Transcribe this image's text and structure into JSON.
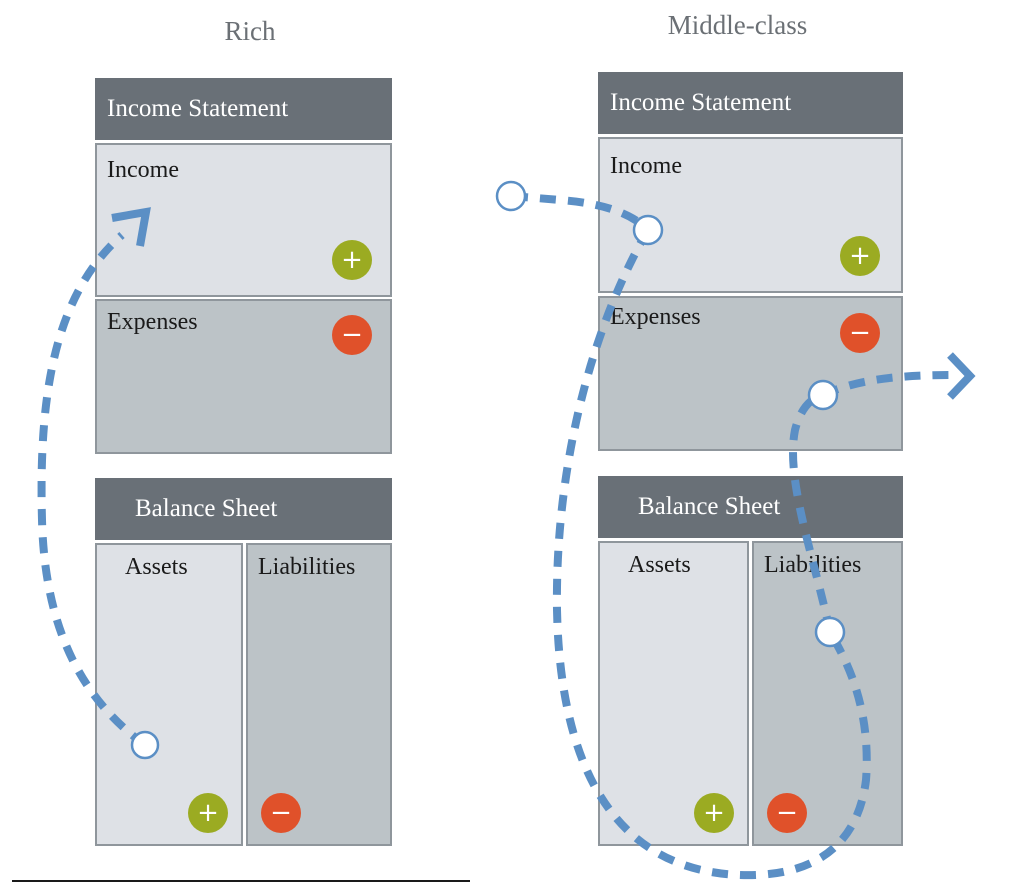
{
  "columns": [
    {
      "title": "Rich",
      "income_statement": {
        "header": "Income Statement",
        "income_label": "Income",
        "expenses_label": "Expenses"
      },
      "balance_sheet": {
        "header": "Balance Sheet",
        "assets_label": "Assets",
        "liabilities_label": "Liabilities"
      }
    },
    {
      "title": "Middle-class",
      "income_statement": {
        "header": "Income Statement",
        "income_label": "Income",
        "expenses_label": "Expenses"
      },
      "balance_sheet": {
        "header": "Balance Sheet",
        "assets_label": "Assets",
        "liabilities_label": "Liabilities"
      }
    }
  ],
  "badges": {
    "plus": "+",
    "minus": "−"
  },
  "colors": {
    "header": "#697077",
    "light_box": "#dee1e6",
    "dark_box": "#bcc3c7",
    "plus_badge": "#9bab22",
    "minus_badge": "#e0512a",
    "flow_line": "#5b8fc5"
  },
  "icons": [
    "plus-icon",
    "minus-icon",
    "flow-arrow-icon",
    "flow-node-icon"
  ]
}
